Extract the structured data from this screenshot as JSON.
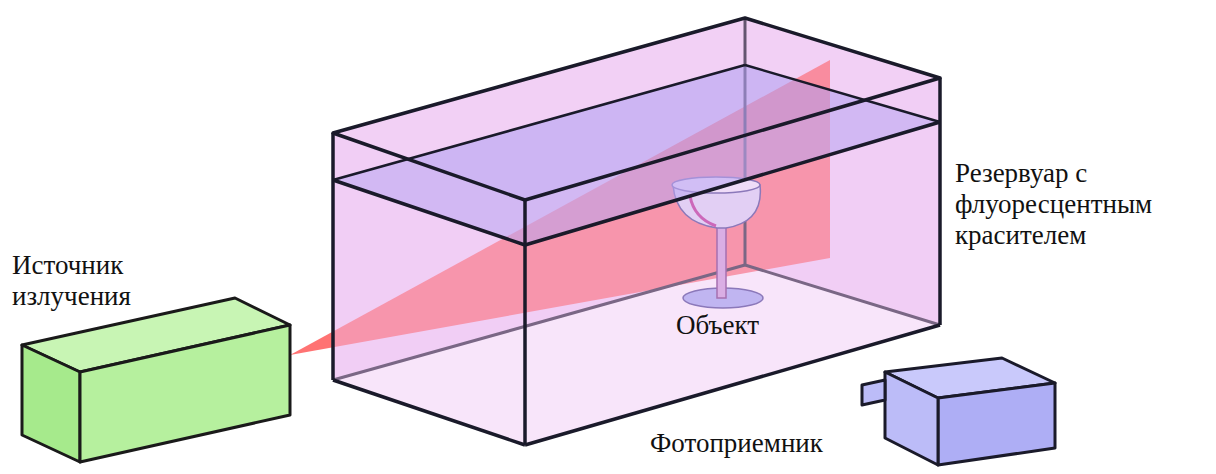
{
  "diagram": {
    "labels": [
      "Резервуар с флуоресцентным красителем",
      "Источник излучения",
      "Объект",
      "Фотоприемник"
    ]
  }
}
